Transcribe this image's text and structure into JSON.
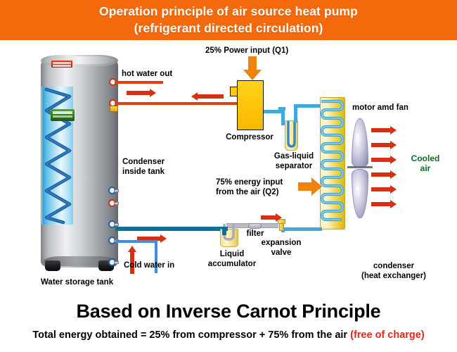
{
  "header": {
    "title": "Operation principle of air source heat pump\n(refrigerant directed circulation)",
    "background_color": "#F4690B",
    "text_color": "#FFFFFF"
  },
  "footer": {
    "headline": "Based on Inverse Carnot Principle",
    "equation_prefix": "Total energy obtained = 25% from compressor + 75% from the air ",
    "equation_highlight": "(free of charge)",
    "highlight_color": "#E8241A"
  },
  "diagram": {
    "labels": {
      "hot_water_out": "hot water out",
      "condenser_inside_tank": "Condenser\ninside tank",
      "water_storage_tank": "Water storage tank",
      "cold_water_in": "Cold water in",
      "power_input": "25% Power input (Q1)",
      "compressor": "Compressor",
      "gas_liquid_separator": "Gas-liquid\nseparator",
      "energy_input_air": "75% energy input\nfrom the air (Q2)",
      "liquid_accumulator": "Liquid\naccumulator",
      "filter": "filter",
      "expansion_valve": "expansion\nvalve",
      "motor_and_fan": "motor amd fan",
      "cooled_air": "Cooled\nair",
      "condenser_heat_exchanger": "condenser\n(heat exchanger)"
    },
    "colors": {
      "hot_pipe": "#E3400F",
      "cold_pipe": "#3C8EE0",
      "return_pipe": "#0E6E96",
      "refrigerant_pipe": "#3FA9DC",
      "suction_pipe": "#B9BCC6",
      "component_yellow": "#FFC90C",
      "block_arrow_orange": "#F0820E",
      "flow_arrow_red": "#D62F12",
      "cooled_air_text": "#0B6B1E"
    },
    "components": {
      "tank_name": "water-storage-tank",
      "compressor_name": "compressor",
      "separator_name": "gas-liquid-separator",
      "accumulator_name": "liquid-accumulator",
      "filter_name": "refrigerant-filter",
      "valve_name": "expansion-valve",
      "condenser_name": "finned-condenser-coil",
      "fan_name": "motor-and-fan"
    }
  }
}
